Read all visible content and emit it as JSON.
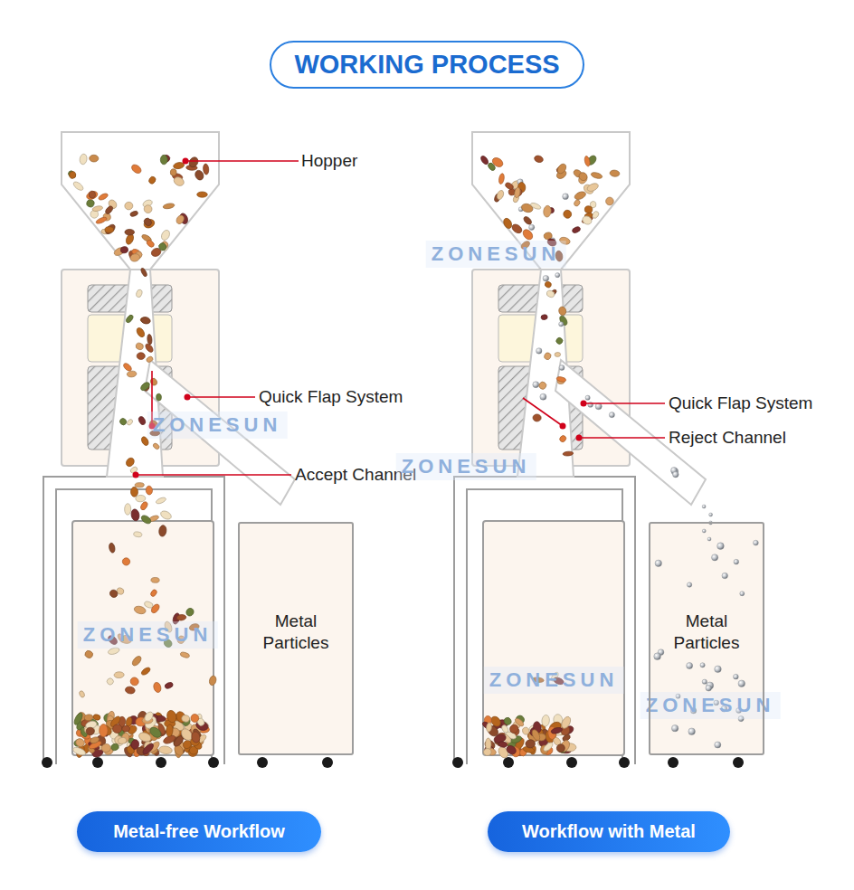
{
  "diagram": {
    "title": "WORKING PROCESS",
    "nodes": [
      {
        "text": [
          "Metal Particles"
        ]
      },
      {
        "text": [
          "Metal Particles"
        ]
      },
      {
        "text": [
          "Metal-free Workflow"
        ]
      },
      {
        "text": [
          "Workflow with Metal"
        ]
      }
    ],
    "edges": [],
    "labels": [
      "Hopper",
      "Quick Flap System",
      "Accept Channel",
      "Quick Flap System",
      "Reject Channel",
      "ZONESUN",
      "ZONESUN",
      "ZONESUN",
      "ZONESUN",
      "ZONESUN",
      "ZONESUN"
    ]
  }
}
